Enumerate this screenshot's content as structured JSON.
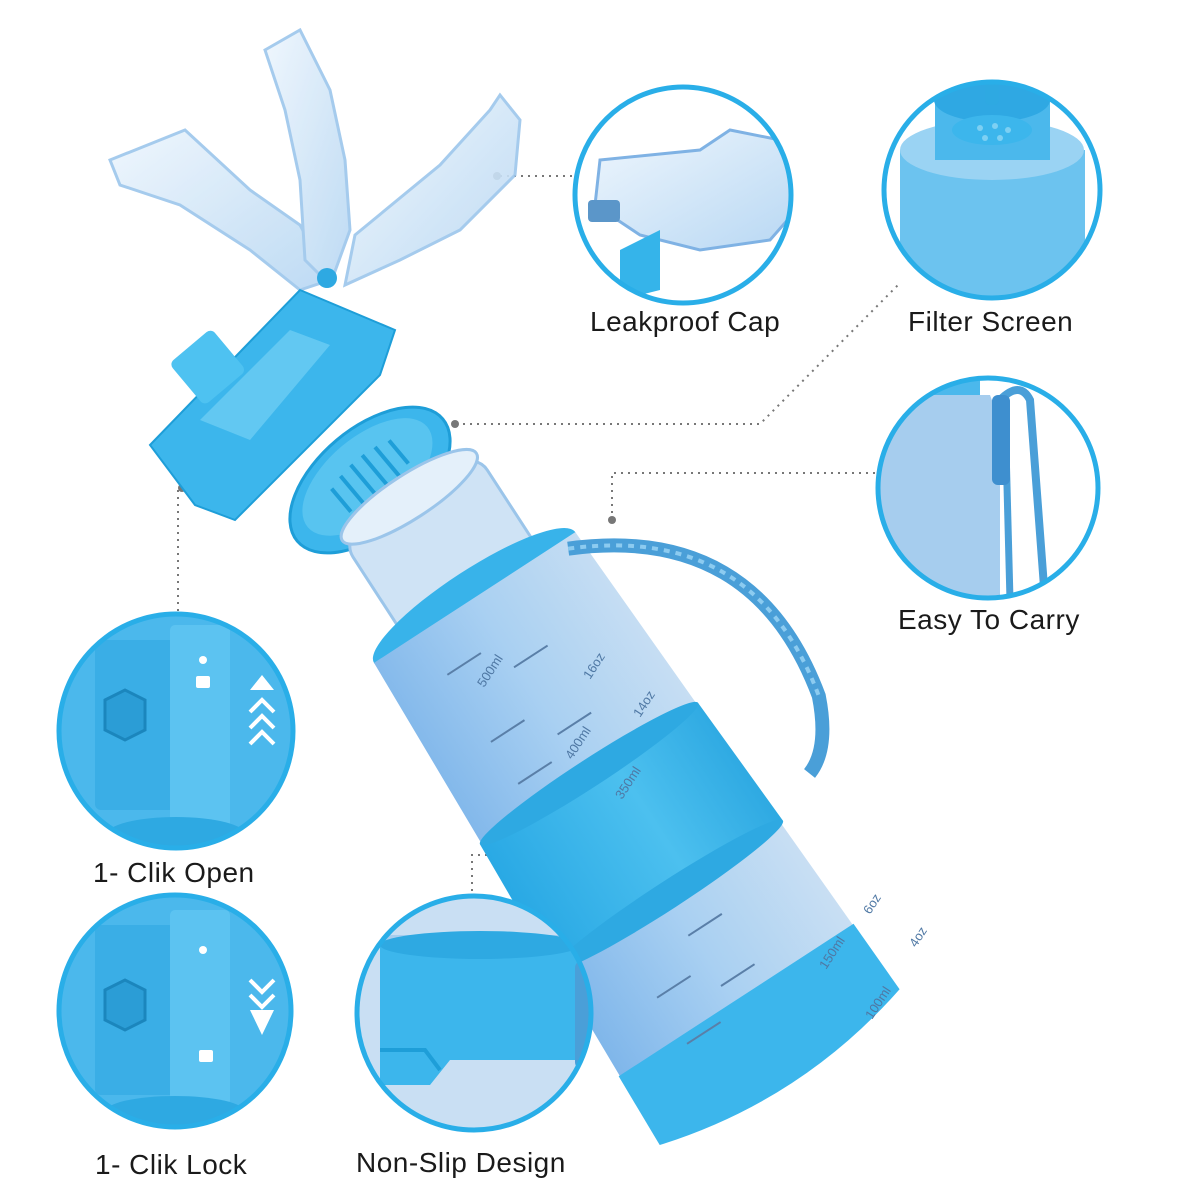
{
  "captions": {
    "leakproof_cap": "Leakproof Cap",
    "filter_screen": "Filter Screen",
    "easy_to_carry": "Easy To Carry",
    "one_click_open": "1- Clik Open",
    "one_click_lock": "1- Clik Lock",
    "non_slip_design": "Non-Slip Design"
  },
  "bottle_markings": {
    "ml_500": "500ml",
    "oz_16": "16oz",
    "ml_400": "400ml",
    "oz_14": "14oz",
    "ml_350": "350ml",
    "oz_6": "6oz",
    "ml_150": "150ml",
    "oz_4": "4oz",
    "ml_100": "100ml"
  },
  "colors": {
    "accent_blue": "#35b4ea",
    "dark_blue": "#1e9ed8",
    "frost_blue": "#8fc3ec",
    "circle_outline": "#29aee8"
  }
}
